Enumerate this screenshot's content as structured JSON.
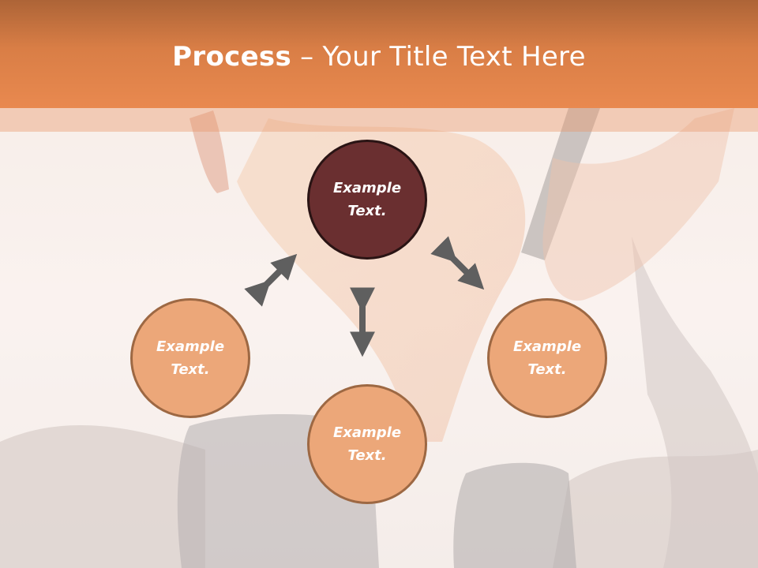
{
  "slide": {
    "title_bold": "Process",
    "title_rest": " – Your Title Text Here"
  },
  "diagram": {
    "nodes": [
      {
        "id": "top",
        "label": "Example Text.",
        "color": "#6a2f30"
      },
      {
        "id": "left",
        "label": "Example Text.",
        "color": "#eca779"
      },
      {
        "id": "right",
        "label": "Example Text.",
        "color": "#eca779"
      },
      {
        "id": "bottom",
        "label": "Example Text.",
        "color": "#eca779"
      }
    ],
    "arrow_color": "#5f5f5f"
  },
  "colors": {
    "title_bar": "#d97e46",
    "dark_node": "#6a2f30",
    "light_node": "#eca779"
  }
}
